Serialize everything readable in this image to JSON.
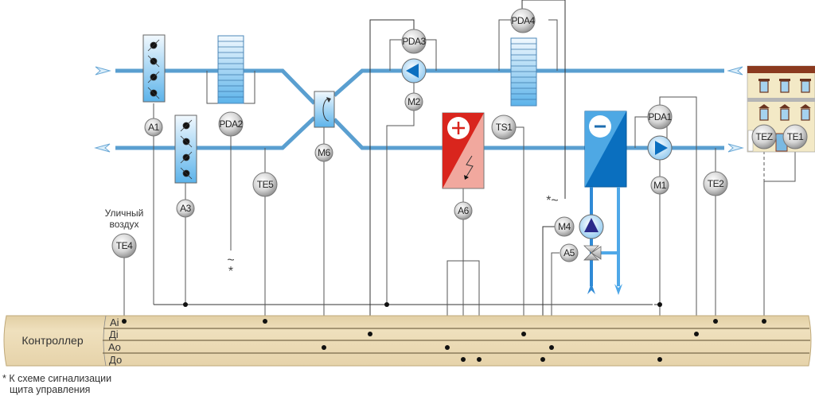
{
  "diagram": {
    "title": "Схема автоматизации приточно-вытяжной установки",
    "controller": {
      "label": "Контроллер",
      "buses": [
        "Ai",
        "Дi",
        "Ao",
        "До"
      ]
    },
    "outdoor_air_label_line1": "Уличный",
    "outdoor_air_label_line2": "воздух",
    "footnote_line1": "* К схеме сигнализации",
    "footnote_line2": "щита управления",
    "alarm_marks": {
      "left": "~\n*",
      "right": "*~"
    },
    "sensors": {
      "A1": "A1",
      "A3": "A3",
      "A5": "A5",
      "A6": "A6",
      "PDA1": "PDA1",
      "PDA2": "PDA2",
      "PDA3": "PDA3",
      "PDA4": "PDA4",
      "TE1": "TE1",
      "TE2": "TE2",
      "TE4": "TE4",
      "TE5": "TE5",
      "TEZ": "TEZ",
      "TS1": "TS1",
      "M1": "M1",
      "M2": "M2",
      "M4": "M4",
      "M6": "M6"
    },
    "equipment": [
      {
        "id": "damper-exhaust",
        "type": "air damper"
      },
      {
        "id": "damper-supply",
        "type": "air damper"
      },
      {
        "id": "filter-exhaust",
        "type": "filter",
        "sensor": "PDA2"
      },
      {
        "id": "filter-supply",
        "type": "filter",
        "sensor": "PDA4"
      },
      {
        "id": "rotary-recuperator",
        "type": "rotary heat exchanger",
        "sensor": "M6"
      },
      {
        "id": "exhaust-fan",
        "type": "fan",
        "sensor": "M2"
      },
      {
        "id": "electric-heater",
        "type": "heater",
        "symbol": "+"
      },
      {
        "id": "cooler",
        "type": "cooler",
        "symbol": "−"
      },
      {
        "id": "supply-fan",
        "type": "fan",
        "sensor": "M1"
      },
      {
        "id": "circulation-pump",
        "type": "pump",
        "sensor": "M4"
      },
      {
        "id": "three-way-valve",
        "type": "valve",
        "sensor": "A5"
      },
      {
        "id": "building",
        "type": "served building"
      }
    ],
    "colors": {
      "duct": "#5a9fd0",
      "heater": "#d9251d",
      "heater_light": "#f1a89e",
      "cooler": "#0a6fbf",
      "cooler_light": "#4ea8e4",
      "controller": "#ecdcb6",
      "sensor": "#d9d9d9"
    }
  }
}
